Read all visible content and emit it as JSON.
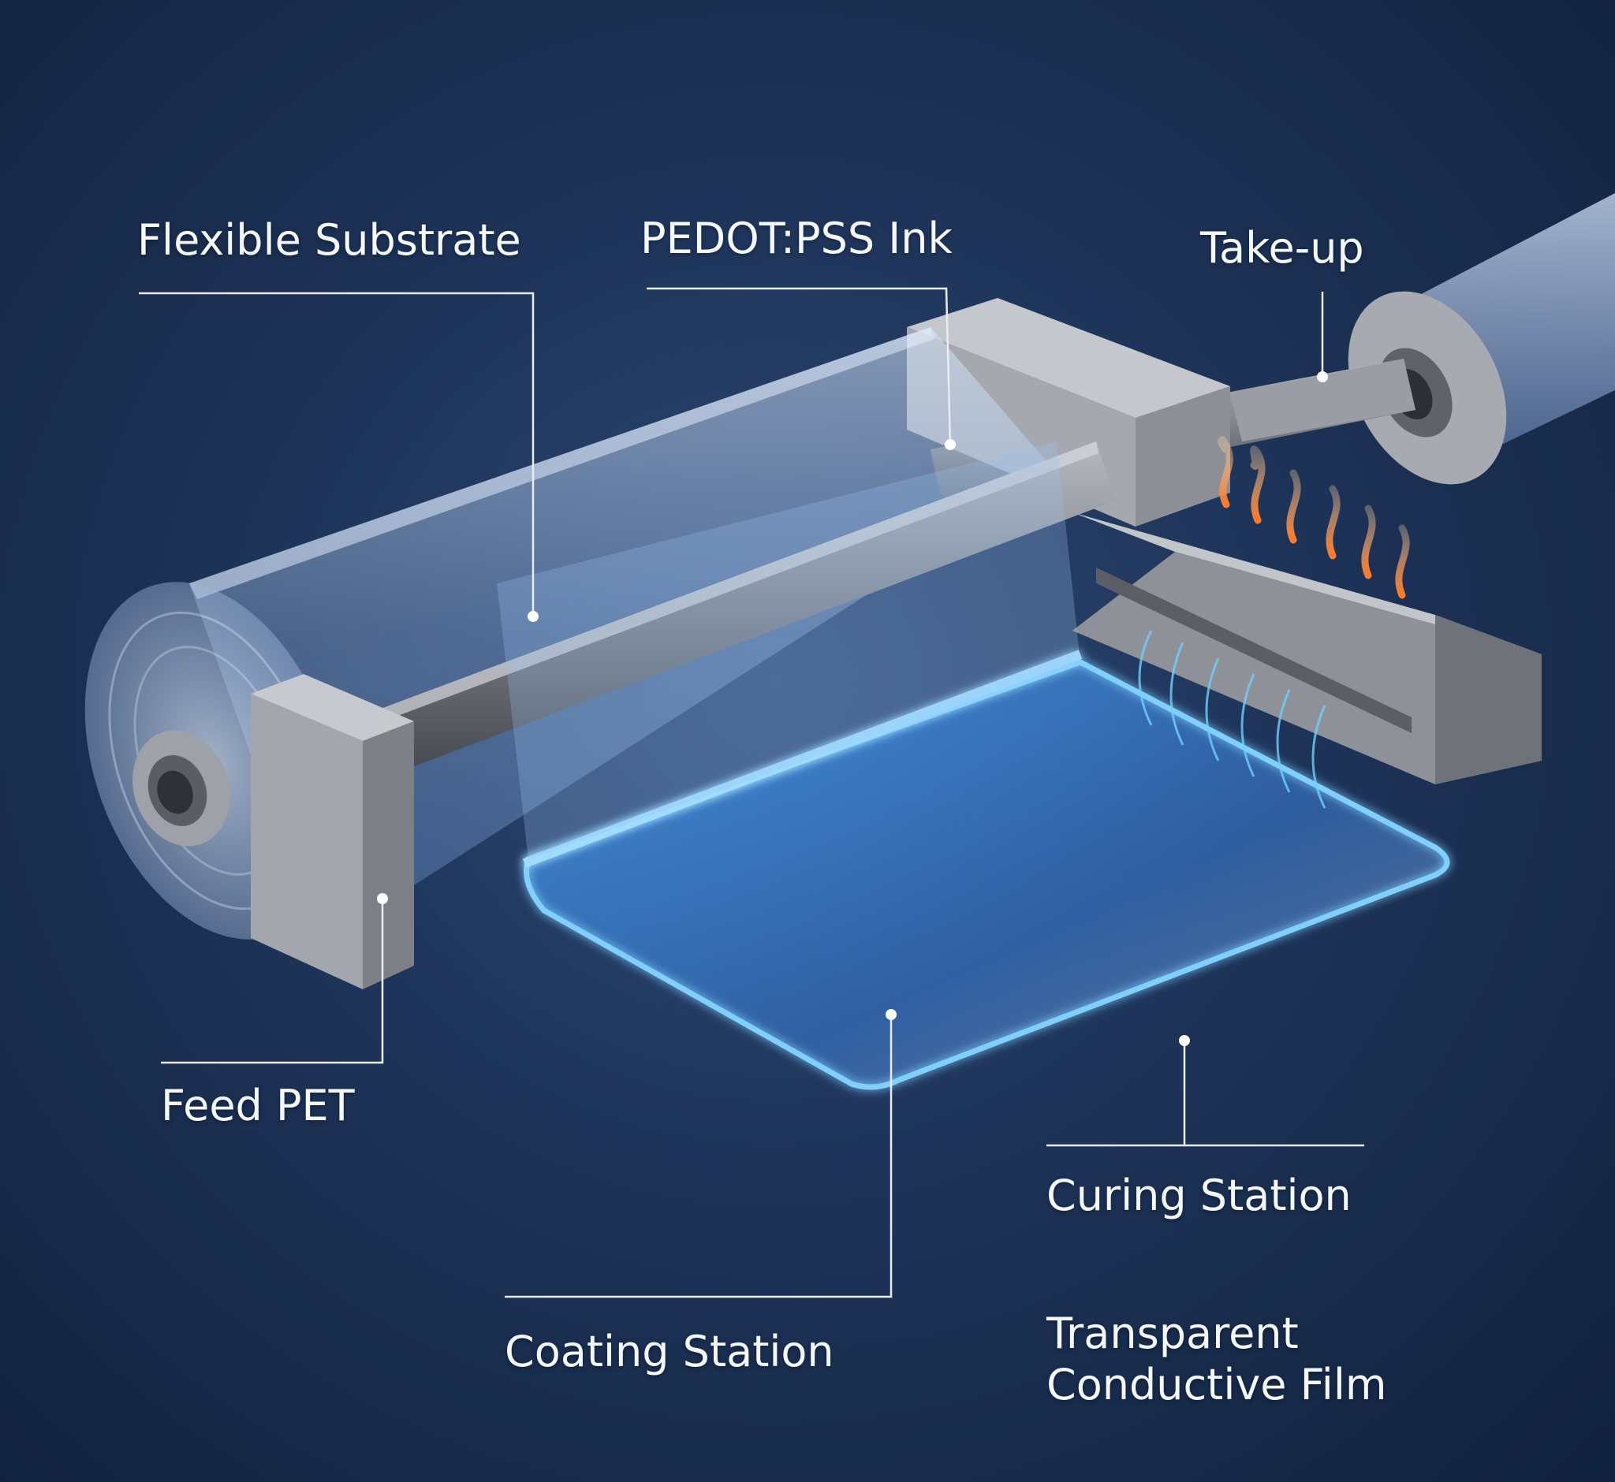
{
  "labels": {
    "flexible_substrate": "Flexible Substrate",
    "pedot_ink": "PEDOT:PSS Ink",
    "take_up": "Take-up",
    "feed_pet": "Feed PET",
    "curing_station": "Curing Station",
    "coating_station": "Coating Station",
    "transparent_film": [
      "Transparent",
      "Conductive Film"
    ]
  },
  "colors": {
    "background": "#1d3358",
    "metal": "#8e9298",
    "film_glow": "#4fb6ff",
    "heat": "#ff9a4d",
    "leader": "#e8edf4"
  }
}
